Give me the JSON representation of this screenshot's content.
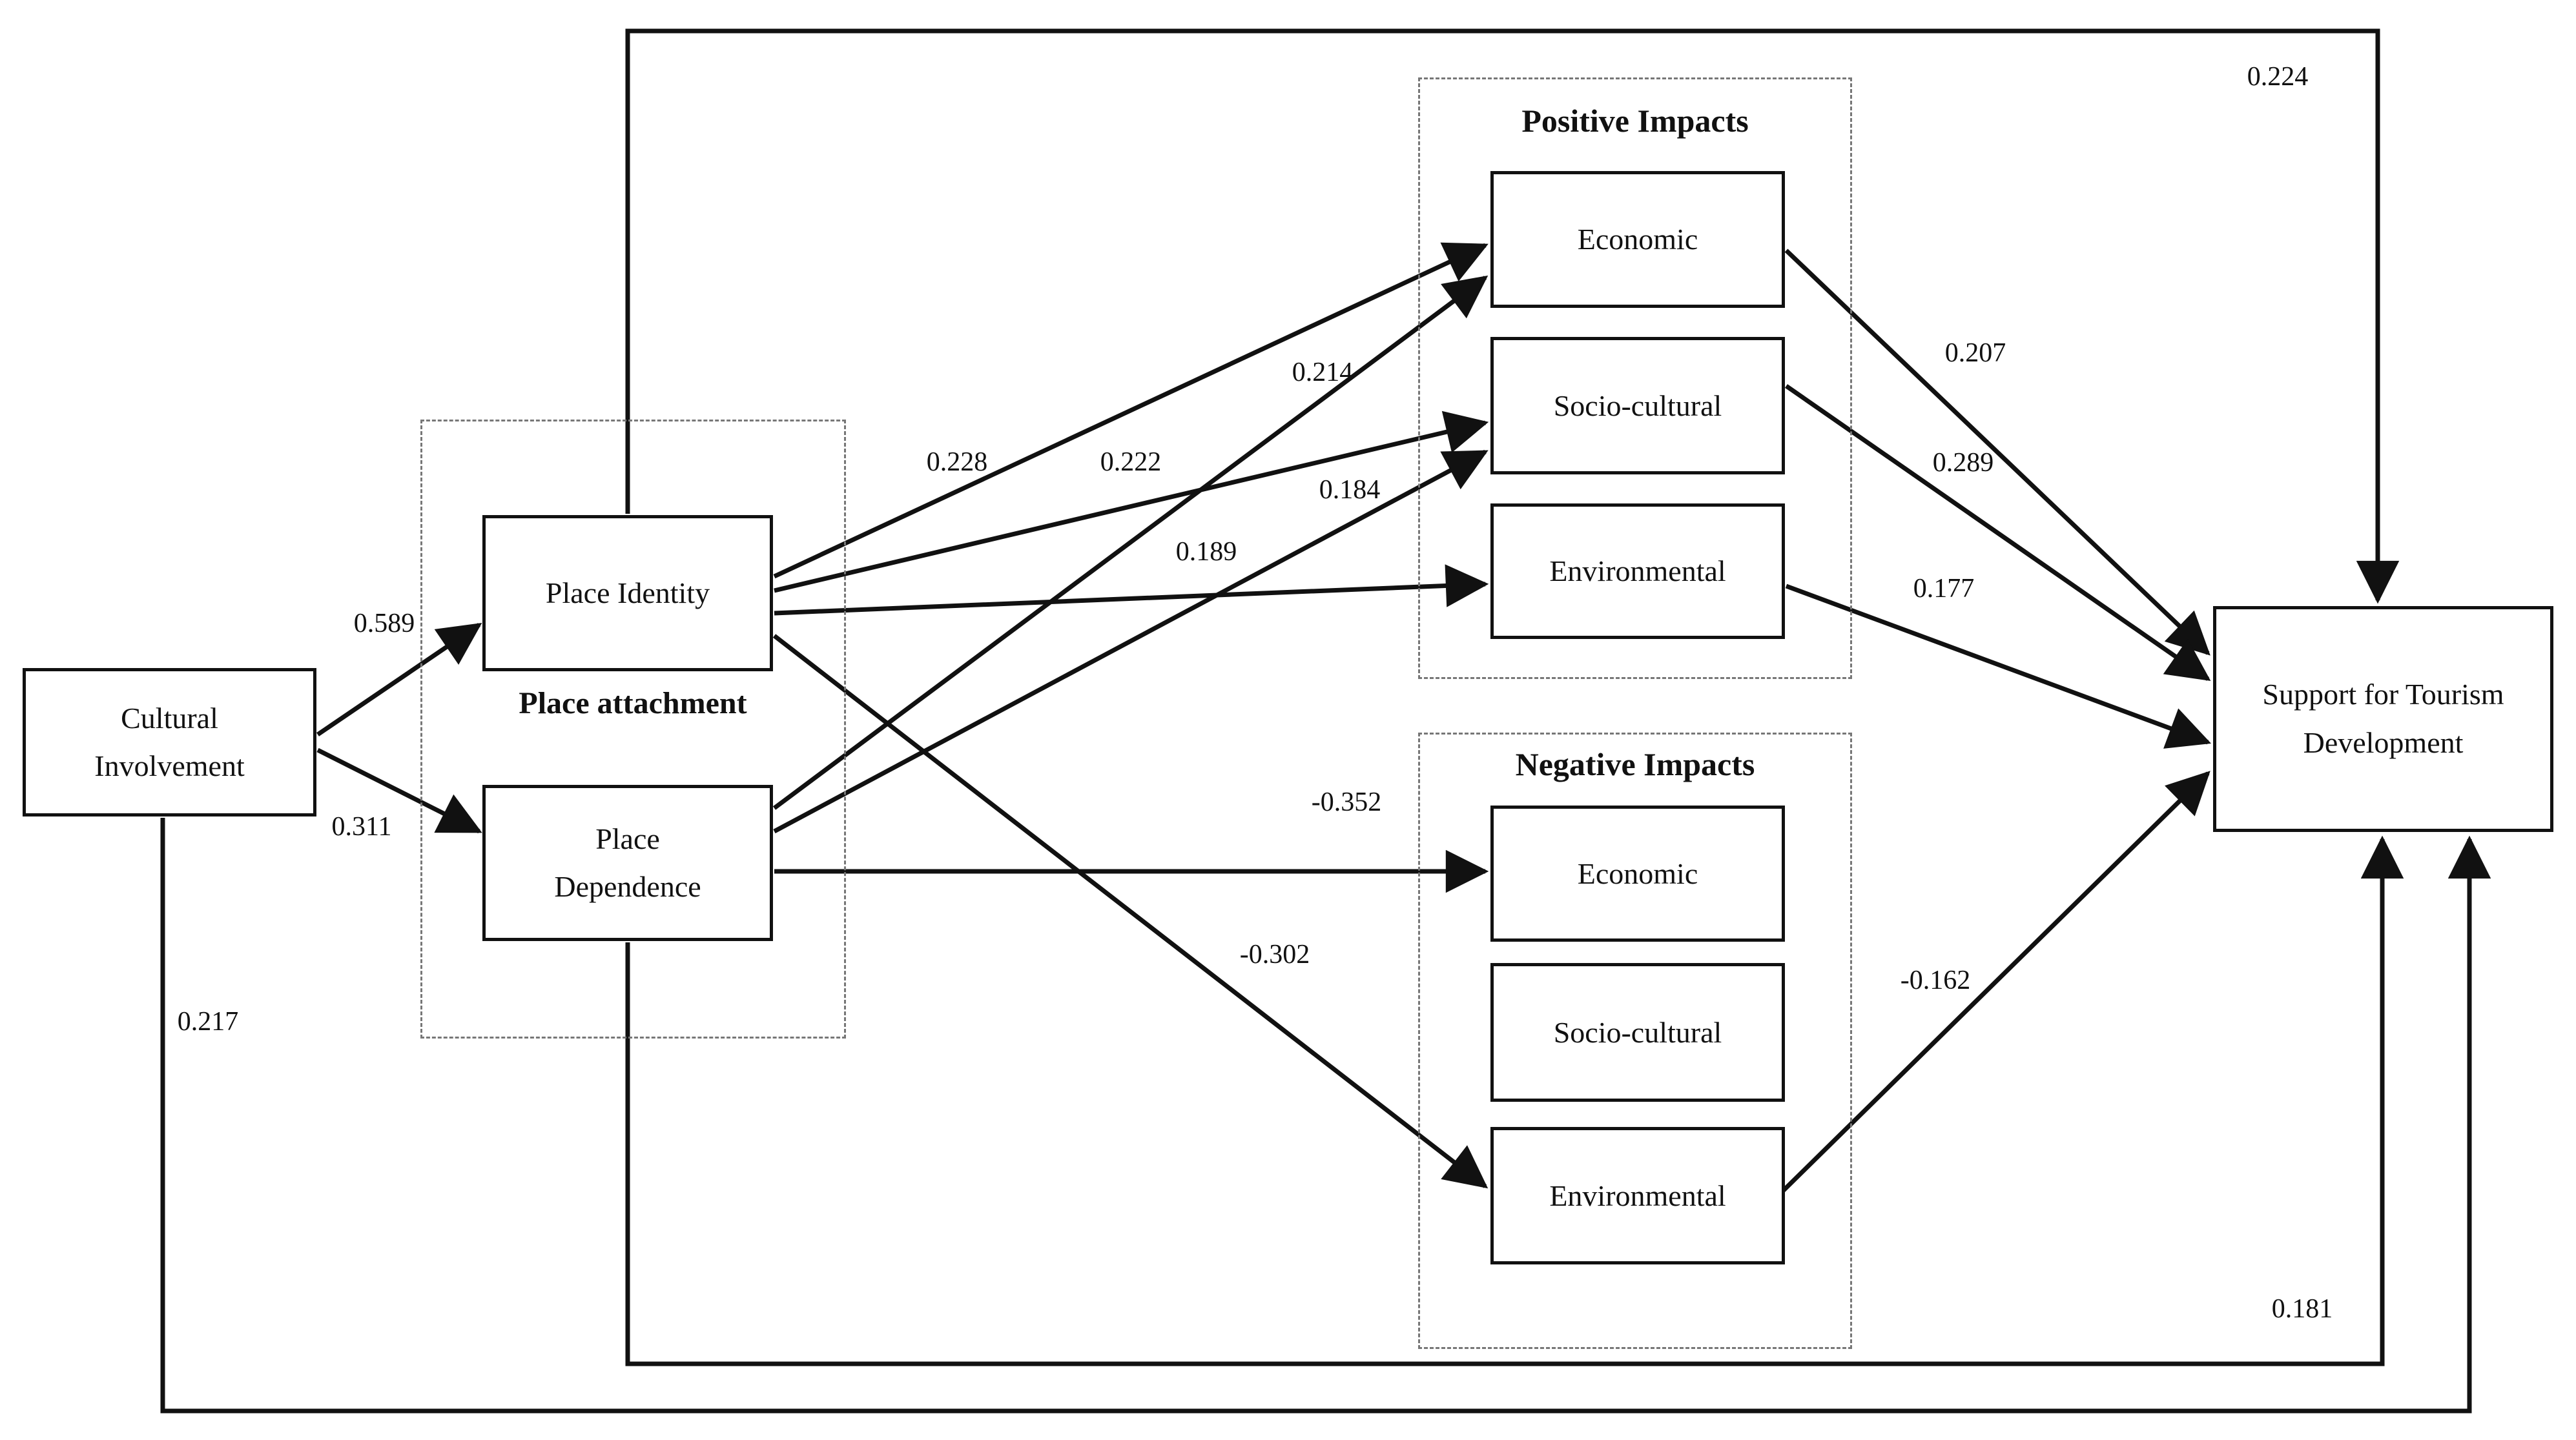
{
  "diagram": {
    "type": "structural-path-model",
    "background": "#ffffff",
    "line_color": "#111111",
    "box_border_color": "#111111",
    "dashed_border_color": "#777777"
  },
  "nodes": {
    "cultural_involvement": {
      "label": "Cultural Involvement"
    },
    "place_identity": {
      "label": "Place Identity"
    },
    "place_dependence": {
      "label": "Place Dependence"
    },
    "pos_economic": {
      "label": "Economic"
    },
    "pos_socio_cultural": {
      "label": "Socio-cultural"
    },
    "pos_environmental": {
      "label": "Environmental"
    },
    "neg_economic": {
      "label": "Economic"
    },
    "neg_socio_cultural": {
      "label": "Socio-cultural"
    },
    "neg_environmental": {
      "label": "Environmental"
    },
    "support": {
      "label": "Support for Tourism Development"
    }
  },
  "groups": {
    "place_attachment": {
      "title": "Place attachment"
    },
    "positive_impacts": {
      "title": "Positive Impacts"
    },
    "negative_impacts": {
      "title": "Negative Impacts"
    }
  },
  "edges": {
    "ci_pi": {
      "from": "Cultural Involvement",
      "to": "Place Identity",
      "label": "0.589"
    },
    "ci_pd": {
      "from": "Cultural Involvement",
      "to": "Place Dependence",
      "label": "0.311"
    },
    "ci_sup": {
      "from": "Cultural Involvement",
      "to": "Support for Tourism Development",
      "label": "0.217"
    },
    "pi_pec": {
      "from": "Place Identity",
      "to": "Positive Economic",
      "label": "0.228"
    },
    "pi_psc": {
      "from": "Place Identity",
      "to": "Positive Socio-cultural",
      "label": "0.222"
    },
    "pi_pen": {
      "from": "Place Identity",
      "to": "Positive Environmental",
      "label": "0.189"
    },
    "pd_pec": {
      "from": "Place Dependence",
      "to": "Positive Economic",
      "label": "0.214"
    },
    "pd_psc": {
      "from": "Place Dependence",
      "to": "Positive Socio-cultural",
      "label": "0.184"
    },
    "pd_nec": {
      "from": "Place Dependence",
      "to": "Negative Economic",
      "label": "-0.352"
    },
    "pi_nen": {
      "from": "Place Identity",
      "to": "Negative Environmental",
      "label": "-0.302"
    },
    "pec_sup": {
      "from": "Positive Economic",
      "to": "Support for Tourism Development",
      "label": "0.207"
    },
    "psc_sup": {
      "from": "Positive Socio-cultural",
      "to": "Support for Tourism Development",
      "label": "0.289"
    },
    "pen_sup": {
      "from": "Positive Environmental",
      "to": "Support for Tourism Development",
      "label": "0.177"
    },
    "nen_sup": {
      "from": "Negative Environmental",
      "to": "Support for Tourism Development",
      "label": "-0.162"
    },
    "pi_sup": {
      "from": "Place Identity",
      "to": "Support for Tourism Development",
      "label": "0.224"
    },
    "pd_sup": {
      "from": "Place Dependence",
      "to": "Support for Tourism Development",
      "label": "0.181"
    }
  }
}
